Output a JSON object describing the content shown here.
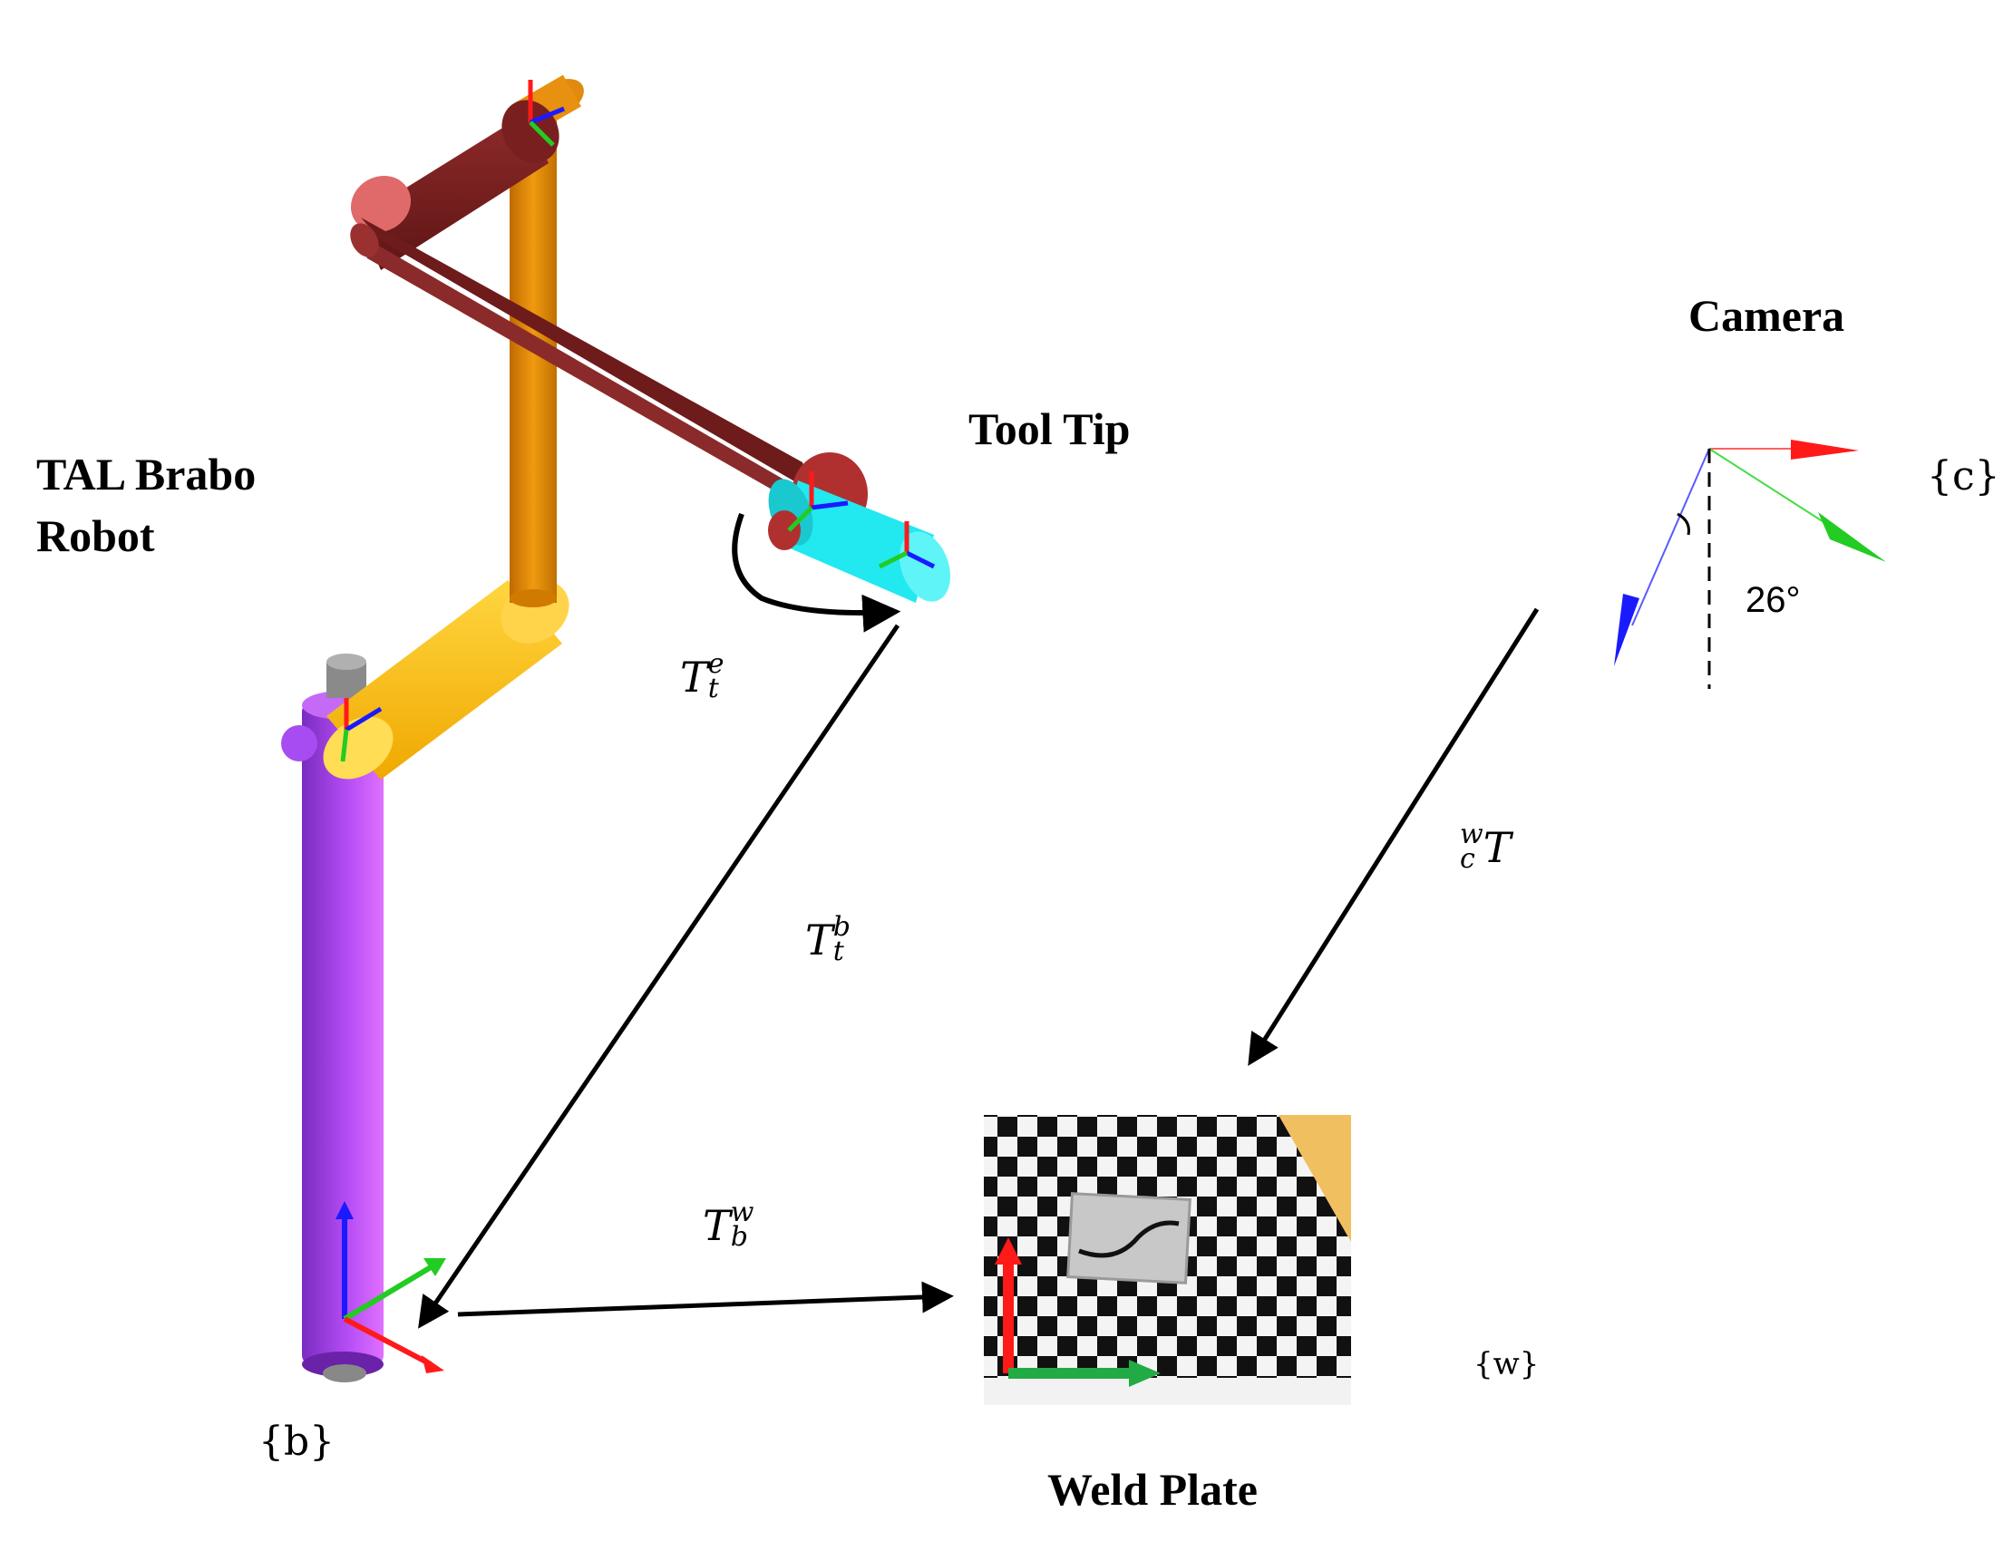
{
  "labels": {
    "robot_line1": "TAL Brabo",
    "robot_line2": "Robot",
    "tool_tip": "Tool Tip",
    "camera": "Camera",
    "weld_plate": "Weld Plate",
    "angle": "26°"
  },
  "frames": {
    "base": "{b}",
    "camera": "{c}",
    "world": "{w}"
  },
  "transforms": {
    "tool_to_ee": {
      "base": "T",
      "sub": "t",
      "sup": "e"
    },
    "tool_to_base": {
      "base": "T",
      "sub": "t",
      "sup": "b"
    },
    "base_to_world": {
      "base": "T",
      "sub": "b",
      "sup": "w"
    },
    "camera_to_world": {
      "base": "T",
      "sub": "c",
      "sup": "w"
    }
  },
  "colors": {
    "axis_x": "#ff1a1a",
    "axis_y": "#22cc22",
    "axis_z": "#1a1aff",
    "link_base": "#a83cf0",
    "link_shoulder": "#ffc21a",
    "link_upper": "#e08a00",
    "link_forearm": "#7a1f1f",
    "tool": "#22e8f0",
    "plate_tape": "#f0c060"
  }
}
